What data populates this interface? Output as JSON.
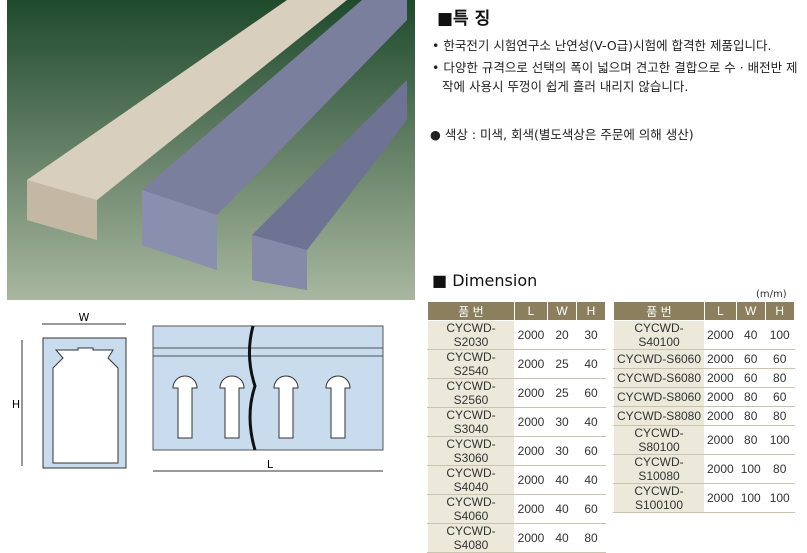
{
  "features": {
    "title": "■특 징",
    "bullets": [
      "• 한국전기 시험연구소 난연성(V-O급)시험에 합격한 제품입니다.",
      "• 다양한 규격으로 선택의 폭이 넓으며 견고한 결합으로 수 · 배전반 제작에 사용시 뚜껑이 쉽게 흘러 내리지 않습니다."
    ],
    "color": "● 색상 : 미색, 회색(별도색상은 주문에 의해 생산)"
  },
  "diagram": {
    "w_label": "W",
    "h_label": "H",
    "l_label": "L"
  },
  "dimension": {
    "title": "■ Dimension",
    "unit": "(m/m)",
    "headers": [
      "품  번",
      "L",
      "W",
      "H"
    ],
    "left": [
      [
        "CYCWD-S2030",
        "2000",
        "20",
        "30"
      ],
      [
        "CYCWD-S2540",
        "2000",
        "25",
        "40"
      ],
      [
        "CYCWD-S2560",
        "2000",
        "25",
        "60"
      ],
      [
        "CYCWD-S3040",
        "2000",
        "30",
        "40"
      ],
      [
        "CYCWD-S3060",
        "2000",
        "30",
        "60"
      ],
      [
        "CYCWD-S4040",
        "2000",
        "40",
        "40"
      ],
      [
        "CYCWD-S4060",
        "2000",
        "40",
        "60"
      ],
      [
        "CYCWD-S4080",
        "2000",
        "40",
        "80"
      ]
    ],
    "right": [
      [
        "CYCWD-S40100",
        "2000",
        "40",
        "100"
      ],
      [
        "CYCWD-S6060",
        "2000",
        "60",
        "60"
      ],
      [
        "CYCWD-S6080",
        "2000",
        "60",
        "80"
      ],
      [
        "CYCWD-S8060",
        "2000",
        "80",
        "60"
      ],
      [
        "CYCWD-S8080",
        "2000",
        "80",
        "80"
      ],
      [
        "CYCWD-S80100",
        "2000",
        "80",
        "100"
      ],
      [
        "CYCWD-S10080",
        "2000",
        "100",
        "80"
      ],
      [
        "CYCWD-S100100",
        "2000",
        "100",
        "100"
      ]
    ]
  }
}
